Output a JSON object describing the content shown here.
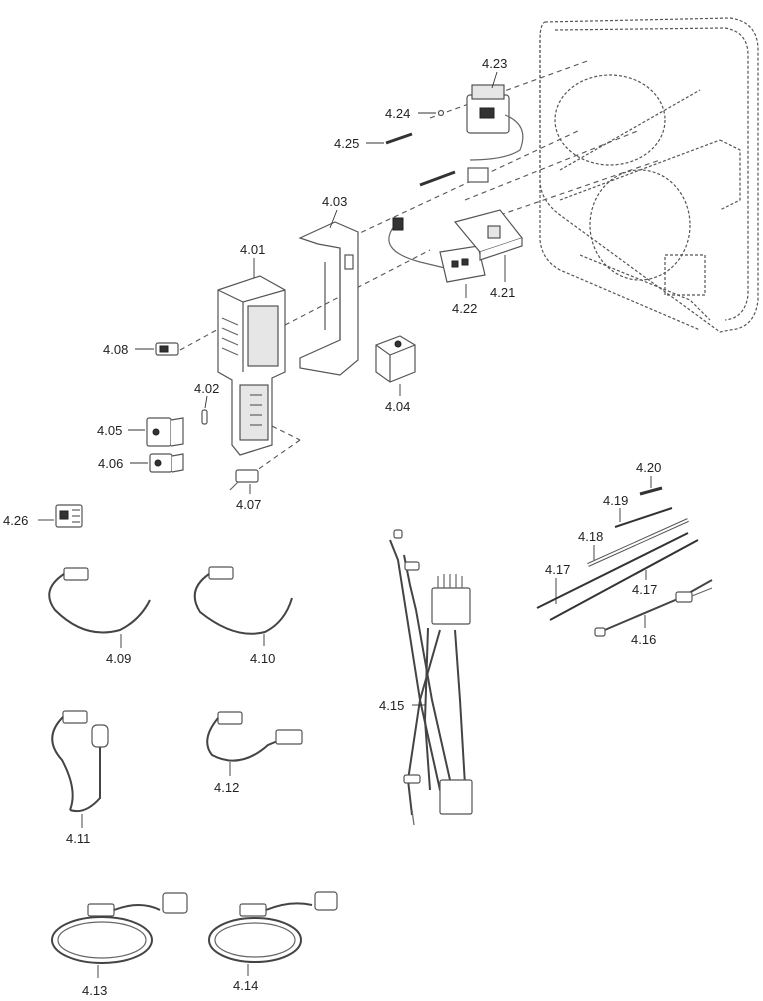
{
  "labels": {
    "p401": "4.01",
    "p402": "4.02",
    "p403": "4.03",
    "p404": "4.04",
    "p405": "4.05",
    "p406": "4.06",
    "p407": "4.07",
    "p408": "4.08",
    "p409": "4.09",
    "p410": "4.10",
    "p411": "4.11",
    "p412": "4.12",
    "p413": "4.13",
    "p414": "4.14",
    "p415": "4.15",
    "p416": "4.16",
    "p417a": "4.17",
    "p417b": "4.17",
    "p418": "4.18",
    "p419": "4.19",
    "p420": "4.20",
    "p421": "4.21",
    "p422": "4.22",
    "p423": "4.23",
    "p424": "4.24",
    "p425": "4.25",
    "p426": "4.26"
  }
}
